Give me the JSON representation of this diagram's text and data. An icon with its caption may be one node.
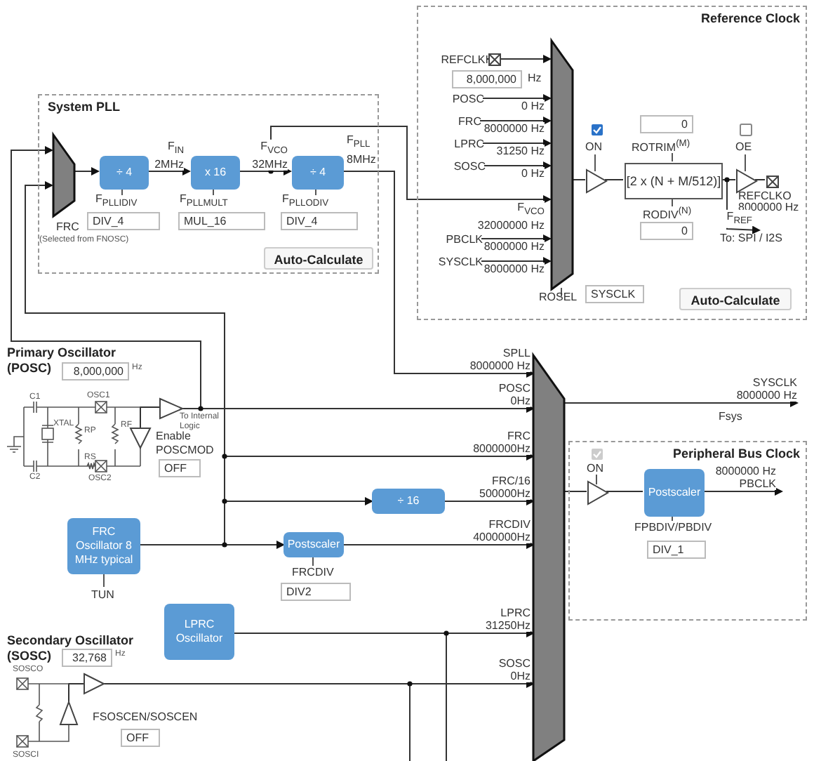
{
  "diagram": {
    "nodes": [
      {
        "text": [
          "System PLL"
        ]
      },
      {
        "text": [],
        "shape": "trapezoid",
        "in": 0,
        "beside": [
          "FRC",
          "(Selected from FNOSC)"
        ]
      },
      {
        "text": [
          "÷ 4"
        ],
        "in": 0,
        "beside": [
          "F$_{PLLIDIV}$",
          "DIV_4"
        ]
      },
      {
        "text": [
          "x 16"
        ],
        "in": 0,
        "beside": [
          "F$_{PLLMULT}$",
          "MUL_16"
        ]
      },
      {
        "text": [
          "÷ 4"
        ],
        "in": 0,
        "beside": [
          "F$_{PLLODIV}$",
          "DIV_4"
        ]
      },
      {
        "text": [
          "Reference Clock"
        ]
      },
      {
        "text": [
          "REFCLKI"
        ],
        "in": 5,
        "beside": [
          "8,000,000",
          "Hz"
        ]
      },
      {
        "text": [
          "POSC"
        ],
        "in": 5
      },
      {
        "text": [
          "FRC"
        ],
        "in": 5
      },
      {
        "text": [
          "LPRC"
        ],
        "in": 5
      },
      {
        "text": [
          "SOSC"
        ],
        "in": 5
      },
      {
        "text": [
          "PBCLK"
        ],
        "in": 5
      },
      {
        "text": [
          "SYSCLK"
        ],
        "in": 5
      },
      {
        "text": [],
        "shape": "trapezoid",
        "in": 5,
        "beside": [
          "ROSEL",
          "SYSCLK"
        ]
      },
      {
        "text": [],
        "shape": "triangle",
        "in": 5,
        "beside": [
          "ON"
        ]
      },
      {
        "text": [
          "[2 x (N + M/512)]"
        ],
        "in": 5,
        "beside": [
          "0",
          "ROTRIM$^{(M)}$",
          "RODIV$^{(N)}$",
          "0"
        ]
      },
      {
        "text": [],
        "shape": "triangle",
        "in": 5,
        "beside": [
          "OE"
        ]
      },
      {
        "text": [],
        "shape": "box",
        "in": 5,
        "beside": [
          "REFCLKO",
          "8000000 Hz"
        ]
      },
      {
        "text": [
          "To: SPI / I2S"
        ],
        "in": 5
      },
      {
        "text": [],
        "shape": "triangle",
        "beside": [
          "To Internal Logic"
        ]
      },
      {
        "text": [],
        "shape": "triangle",
        "beside": [
          "Enable POSCMOD",
          "OFF"
        ]
      },
      {
        "text": [],
        "shape": "trapezoid"
      },
      {
        "text": [
          "Peripheral Bus Clock"
        ]
      },
      {
        "text": [],
        "shape": "triangle",
        "in": 22,
        "beside": [
          "ON"
        ]
      },
      {
        "text": [
          "Postscaler"
        ],
        "in": 22,
        "beside": [
          "FPBDIV/PBDIV",
          "DIV_1"
        ]
      },
      {
        "text": [
          "÷ 16"
        ]
      },
      {
        "text": [
          "FRC Oscillator 8 MHz typical"
        ],
        "beside": [
          "TUN"
        ]
      },
      {
        "text": [
          "Postscaler"
        ],
        "beside": [
          "FRCDIV",
          "DIV2"
        ]
      },
      {
        "text": [
          "LPRC Oscillator"
        ]
      },
      {
        "text": [],
        "shape": "triangle"
      },
      {
        "text": [],
        "shape": "triangle",
        "beside": [
          "FSOSCEN/SOSCEN",
          "OFF"
        ]
      }
    ],
    "edges": [
      {
        "from": 19,
        "to": 1,
        "arrow": "to"
      },
      {
        "from": 26,
        "to": 1,
        "arrow": "to"
      },
      {
        "from": 1,
        "to": 2,
        "arrow": "to"
      },
      {
        "from": 2,
        "to": 3,
        "arrow": "to",
        "label": "F$_{IN}$ 2MHz"
      },
      {
        "from": 3,
        "to": 4,
        "arrow": "to",
        "label": "F$_{VCO}$ 32MHz"
      },
      {
        "from": 4,
        "to": 21,
        "arrow": "to",
        "label": "SPLL 8000000 Hz"
      },
      {
        "from": 6,
        "to": 13,
        "arrow": "to"
      },
      {
        "from": 7,
        "to": 13,
        "arrow": "to",
        "label": "0 Hz"
      },
      {
        "from": 8,
        "to": 13,
        "arrow": "to",
        "label": "8000000 Hz"
      },
      {
        "from": 9,
        "to": 13,
        "arrow": "to",
        "label": "31250 Hz"
      },
      {
        "from": 10,
        "to": 13,
        "arrow": "to",
        "label": "0 Hz"
      },
      {
        "from": 3,
        "to": 13,
        "arrow": "to",
        "label": "F$_{VCO}$ 32000000 Hz"
      },
      {
        "from": 11,
        "to": 13,
        "arrow": "to",
        "label": "8000000 Hz"
      },
      {
        "from": 12,
        "to": 13,
        "arrow": "to",
        "label": "8000000 Hz"
      },
      {
        "from": 13,
        "to": 14,
        "arrow": "none"
      },
      {
        "from": 14,
        "to": 15,
        "arrow": "none"
      },
      {
        "from": 15,
        "to": 16,
        "arrow": "none"
      },
      {
        "from": 16,
        "to": 17,
        "arrow": "none"
      },
      {
        "from": 15,
        "to": 18,
        "arrow": "to",
        "label": "F$_{REF}$"
      },
      {
        "from": 19,
        "to": 21,
        "arrow": "to",
        "label": "POSC 0Hz"
      },
      {
        "from": 26,
        "to": 21,
        "arrow": "to",
        "label": "FRC 8000000Hz"
      },
      {
        "from": 26,
        "to": 25,
        "arrow": "to"
      },
      {
        "from": 25,
        "to": 21,
        "arrow": "to",
        "label": "FRC/16 500000Hz"
      },
      {
        "from": 26,
        "to": 27,
        "arrow": "to"
      },
      {
        "from": 27,
        "to": 21,
        "arrow": "to",
        "label": "FRCDIV 4000000Hz"
      },
      {
        "from": 28,
        "to": 21,
        "arrow": "to",
        "label": "LPRC 31250Hz"
      },
      {
        "from": 29,
        "to": 21,
        "arrow": "to",
        "label": "SOSC 0Hz"
      },
      {
        "from": 21,
        "to": null,
        "arrow": "to",
        "label": "SYSCLK 8000000 Hz"
      },
      {
        "from": 21,
        "to": 23,
        "arrow": "none"
      },
      {
        "from": 23,
        "to": 24,
        "arrow": "none"
      },
      {
        "from": 24,
        "to": null,
        "arrow": "to",
        "label": "8000000 Hz PBCLK"
      },
      {
        "from": 28,
        "to": null,
        "arrow": "none"
      },
      {
        "from": 29,
        "to": null,
        "arrow": "none"
      },
      {
        "from": 20,
        "to": 19,
        "arrow": "none"
      },
      {
        "from": 30,
        "to": 29,
        "arrow": "none"
      }
    ],
    "labels": [
      "F$_{PLL}$ 8MHz",
      "Auto-Calculate",
      "Auto-Calculate",
      "Primary Oscillator (POSC)",
      "8,000,000",
      "Hz",
      "C1",
      "OSC1",
      "XTAL",
      "RP",
      "RF",
      "Fsys",
      "RS",
      "C2",
      "OSC2",
      "Secondary Oscillator (SOSC)",
      "32,768",
      "Hz",
      "SOSCO",
      "SOSCI"
    ]
  }
}
